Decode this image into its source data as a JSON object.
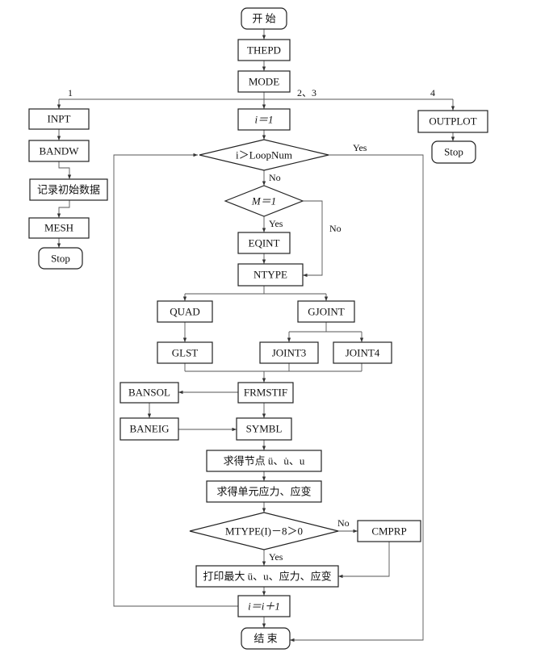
{
  "nodes": {
    "start": "开 始",
    "thepd": "THEPD",
    "mode": "MODE",
    "inpt": "INPT",
    "bandw": "BANDW",
    "record": "记录初始数据",
    "mesh": "MESH",
    "stop_left": "Stop",
    "i_init": "i＝1",
    "loop_check": "i＞LoopNum",
    "m_check": "M＝1",
    "eqint": "EQINT",
    "ntype": "NTYPE",
    "quad": "QUAD",
    "gjoint": "GJOINT",
    "glst": "GLST",
    "joint3": "JOINT3",
    "joint4": "JOINT4",
    "frmstif": "FRMSTIF",
    "bansol": "BANSOL",
    "baneig": "BANEIG",
    "symbl": "SYMBL",
    "solve_nodes": "求得节点 ü、u̇、u",
    "solve_stress": "求得单元应力、应变",
    "mtype_check": "MTYPE(I)－8＞0",
    "cmprp": "CMPRP",
    "print_max": "打印最大 ü、u、应力、应变",
    "i_inc": "i＝i＋1",
    "end": "结 束",
    "outplot": "OUTPLOT",
    "stop_right": "Stop"
  },
  "edge_labels": {
    "branch_1": "1",
    "branch_23": "2、3",
    "branch_4": "4",
    "loop_yes": "Yes",
    "loop_no": "No",
    "m_yes": "Yes",
    "m_no": "No",
    "mtype_no": "No",
    "mtype_yes": "Yes"
  }
}
